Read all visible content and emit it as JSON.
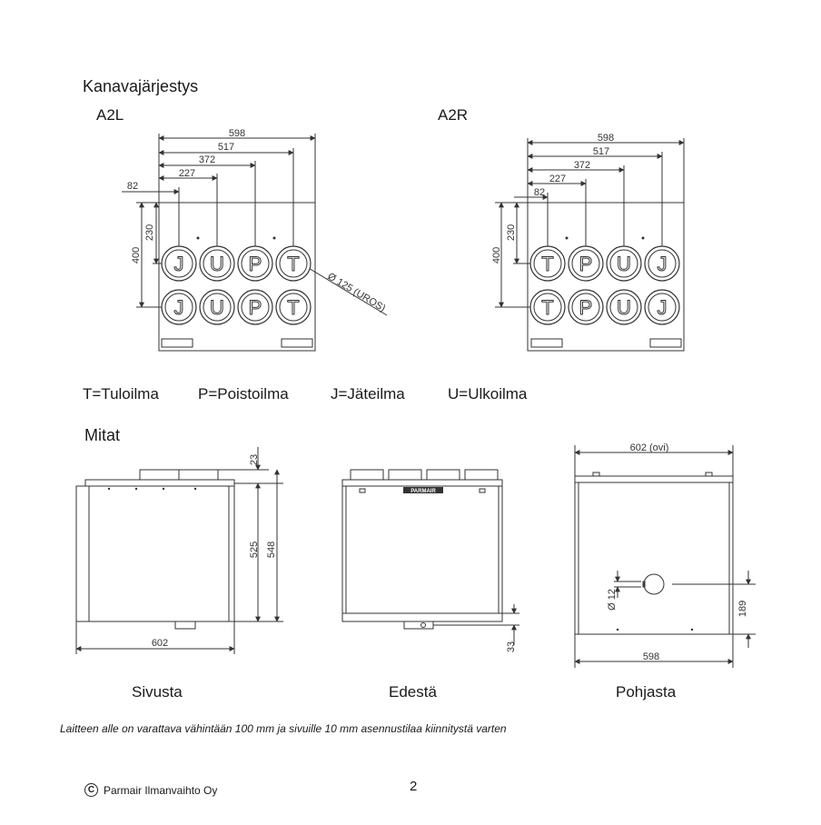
{
  "section1": {
    "title": "Kanavajärjestys",
    "a2l": {
      "label": "A2L",
      "dims_top": [
        "598",
        "517",
        "372",
        "227",
        "82"
      ],
      "dims_left": [
        "400",
        "230"
      ],
      "diameter_label": "Ø 125 (UROS)",
      "row1": [
        "J",
        "U",
        "P",
        "T"
      ],
      "row2": [
        "J",
        "U",
        "P",
        "T"
      ]
    },
    "a2r": {
      "label": "A2R",
      "dims_top": [
        "598",
        "517",
        "372",
        "227",
        "82"
      ],
      "dims_left": [
        "400",
        "230"
      ],
      "row1": [
        "T",
        "P",
        "U",
        "J"
      ],
      "row2": [
        "T",
        "P",
        "U",
        "J"
      ]
    }
  },
  "legend": {
    "t": "T=Tuloilma",
    "p": "P=Poistoilma",
    "j": "J=Jäteilma",
    "u": "U=Ulkoilma"
  },
  "section2": {
    "title": "Mitat",
    "side": {
      "caption": "Sivusta",
      "width": "602",
      "h525": "525",
      "h548": "548",
      "top": "23"
    },
    "front": {
      "caption": "Edestä",
      "bottom": "33",
      "brand": "PARMAIR"
    },
    "bottom": {
      "caption": "Pohjasta",
      "top_width": "602 (ovi)",
      "width": "598",
      "h189": "189",
      "dia": "Ø 12"
    }
  },
  "note": "Laitteen alle on varattava vähintään 100 mm ja sivuille 10 mm asennustilaa kiinnitystä varten",
  "footer": {
    "company": "Parmair Ilmanvaihto Oy",
    "page": "2"
  }
}
